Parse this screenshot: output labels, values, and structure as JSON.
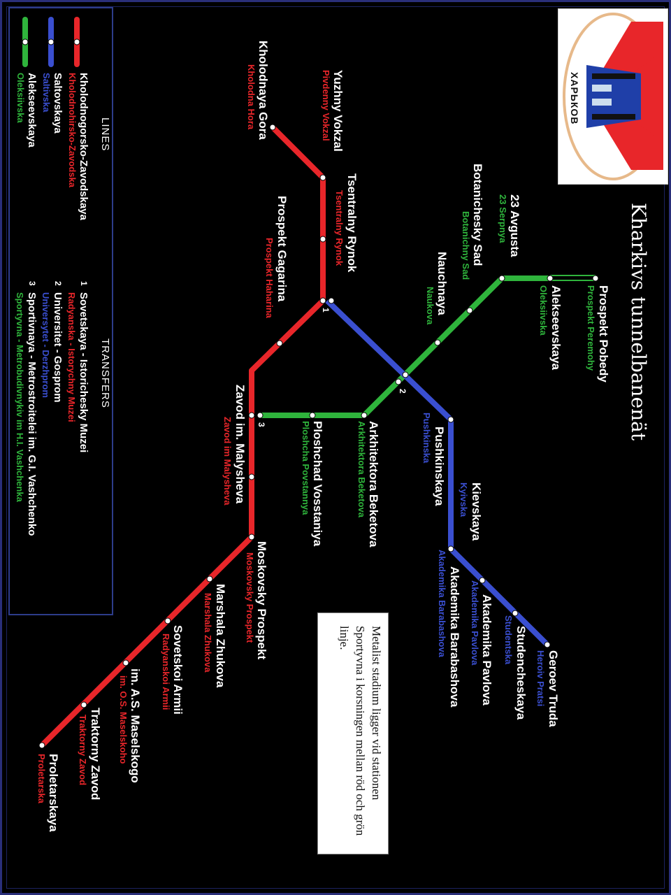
{
  "title": "Kharkivs tunnelbanenät",
  "logo": {
    "text": "ХАРЬКОВ"
  },
  "note": "Metalist stadium ligger vid stationen Sportyvna i korsningen mellan röd och grön linje.",
  "colors": {
    "red": "#e8262a",
    "blue": "#3a4fd0",
    "green": "#2fb43c",
    "background": "#000000"
  },
  "stations": {
    "prospekt_pobedy": {
      "name": "Prospekt Pobedy",
      "sub": "Prospekt Peremohy"
    },
    "alekseevskaya": {
      "name": "Alekseevskaya",
      "sub": "Oleksiivska"
    },
    "avgusta23": {
      "name": "23 Avgusta",
      "sub": "23 Serpnya"
    },
    "botanichesky": {
      "name": "Botanichesky Sad",
      "sub": "Botanichny Sad"
    },
    "nauchnaya": {
      "name": "Nauchnaya",
      "sub": "Naukova"
    },
    "pushkinskaya": {
      "name": "Pushkinskaya",
      "sub": "Pushkinska"
    },
    "kievskaya": {
      "name": "Kievskaya",
      "sub": "Kyivska"
    },
    "akademika_barabashova": {
      "name": "Akademika Barabashova",
      "sub": "Akademika Barabashova"
    },
    "akademika_pavlova": {
      "name": "Akademika Pavlova",
      "sub": "Akademika Pavlova"
    },
    "studencheskaya": {
      "name": "Studencheskaya",
      "sub": "Studentska"
    },
    "geroev_truda": {
      "name": "Geroev Truda",
      "sub": "Heroiv Pratsi"
    },
    "arkhitektora": {
      "name": "Arkhitektora Beketova",
      "sub": "Arkhitektora Beketova"
    },
    "ploshchad": {
      "name": "Ploshchad Vosstaniya",
      "sub": "Ploshcha Povstannya"
    },
    "zavod_malysheva": {
      "name": "Zavod im. Malysheva",
      "sub": "Zavod im Malysheva"
    },
    "moskovsky": {
      "name": "Moskovsky Prospekt",
      "sub": "Moskovsky Prospekt"
    },
    "marshala": {
      "name": "Marshala Zhukova",
      "sub": "Marshala Zhukova"
    },
    "sovetskoi": {
      "name": "Sovetskoi Armii",
      "sub": "Radyanskoi Armii"
    },
    "maselskogo": {
      "name": "im. A.S. Maselskogo",
      "sub": "im. O.S. Maselskoho"
    },
    "traktorny": {
      "name": "Traktorny Zavod",
      "sub": "Traktorny Zavod"
    },
    "proletarskaya": {
      "name": "Proletarskaya",
      "sub": "Proletarska"
    },
    "tsentralny": {
      "name": "Tsentralny Rynok",
      "sub": "Tsentralny Rynok"
    },
    "yuzhny": {
      "name": "Yuzhny Vokzal",
      "sub": "Pivdenny Vokzal"
    },
    "kholodnaya": {
      "name": "Kholodnaya Gora",
      "sub": "Kholodna Hora"
    },
    "gagarina": {
      "name": "Prospekt Gagarina",
      "sub": "Prospekt Haharina"
    }
  },
  "transfer_markers": [
    "1",
    "2",
    "3"
  ],
  "legend": {
    "lines_heading": "LINES",
    "lines": [
      {
        "name": "Kholodnogorsko-Zavodskaya",
        "sub": "Kholodnohirsko-Zavodska",
        "color": "red"
      },
      {
        "name": "Saltovskaya",
        "sub": "Saltivska",
        "color": "blue"
      },
      {
        "name": "Alekseevskaya",
        "sub": "Oleksiivska",
        "color": "green"
      }
    ],
    "transfers_heading": "TRANSFERS",
    "transfers": [
      {
        "num": "1",
        "main": "Sovetskaya - Istorichesky Muzei",
        "sub": "Radyanska - Istorychny Muzei"
      },
      {
        "num": "2",
        "main": "Universitet - Gosprom",
        "sub": "Universytet - Derzhprom"
      },
      {
        "num": "3",
        "main": "Sportivnaya - Metrostroitelei im. G.I. Vashchenko",
        "sub": "Sportyvna - Metrobudivnykiv im H.I. Vashchenka"
      }
    ]
  }
}
